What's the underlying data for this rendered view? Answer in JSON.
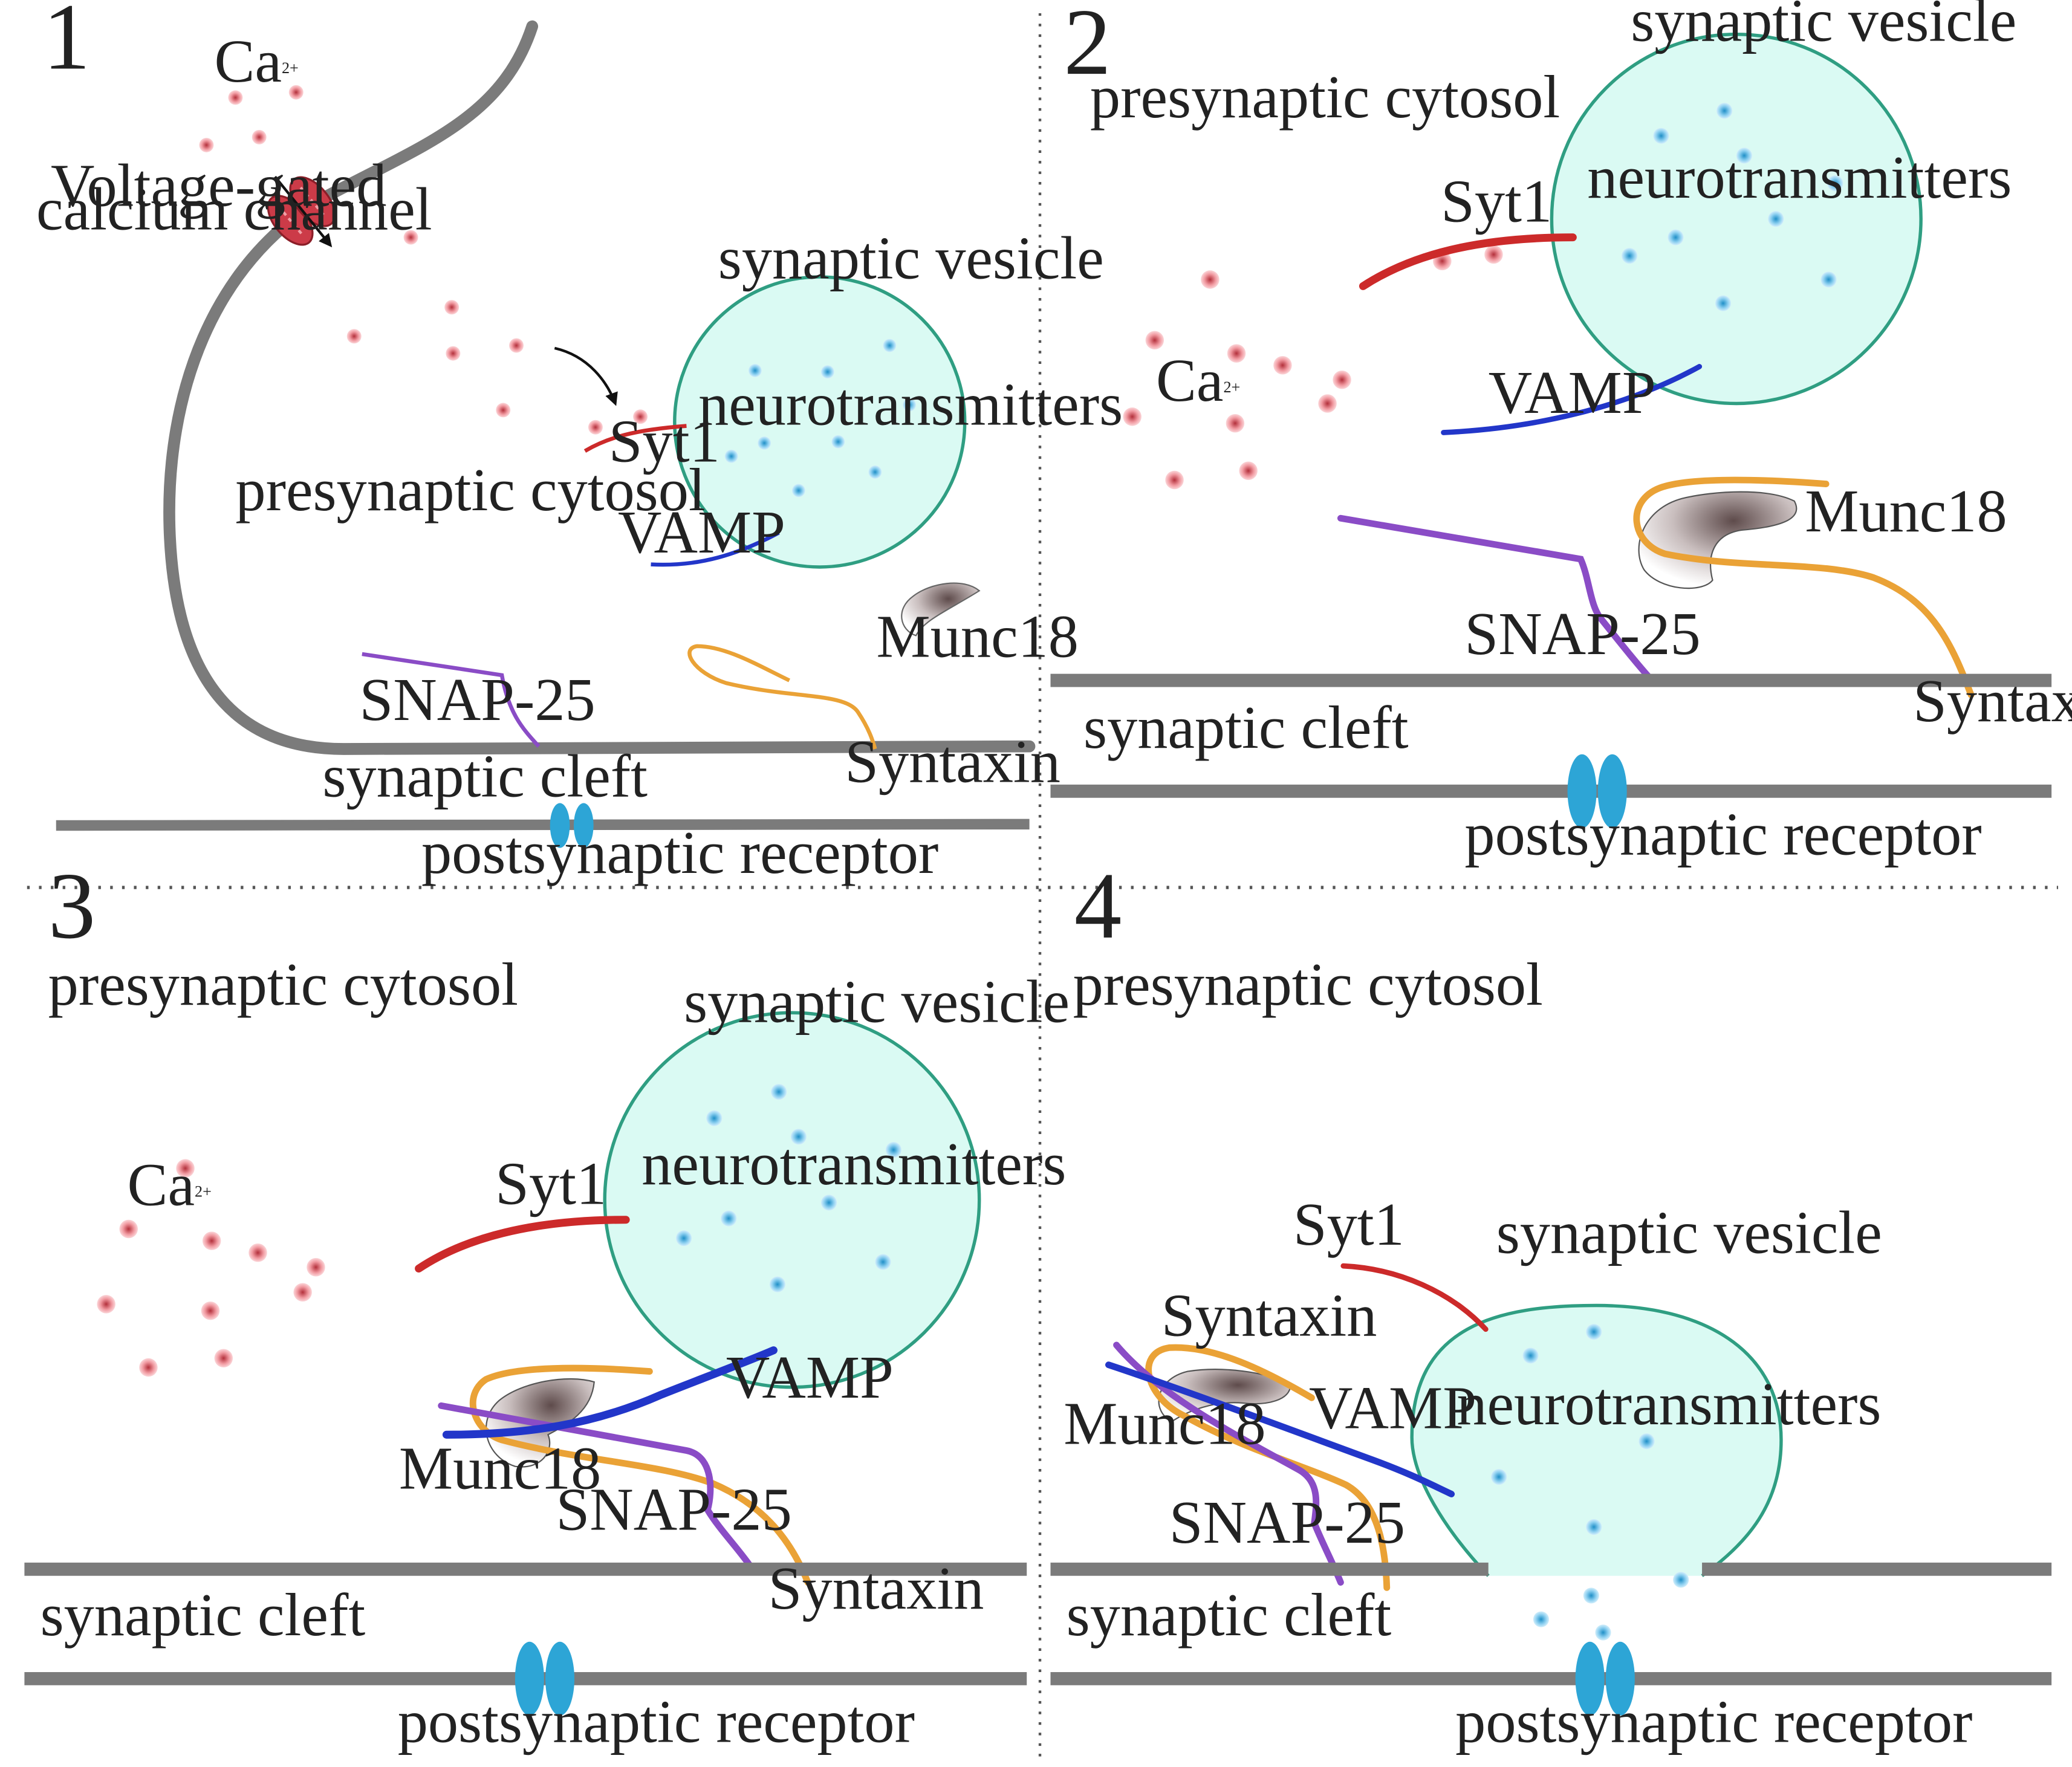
{
  "colors": {
    "membrane": "#7b7b7b",
    "vesicle_fill": "#dafaf3",
    "vesicle_stroke": "#2f9e82",
    "calcium": "#e36a74",
    "neurotransmitter": "#4ab2e0",
    "syt1": "#cc2a2a",
    "vamp": "#2236c9",
    "snap25": "#8a4cc6",
    "syntaxin": "#eaa236",
    "munc18": "#9a8a8a",
    "receptor": "#2da5d6",
    "channel": "#cc3b48"
  },
  "panels": [
    {
      "number": "1",
      "labels": {
        "calcium": "Ca2+",
        "channel_line1": "Voltage-gated",
        "channel_line2": "calcium channel",
        "vesicle": "synaptic vesicle",
        "neurotransmitters": "neurotransmitters",
        "syt1": "Syt1",
        "vamp": "VAMP",
        "cytosol": "presynaptic cytosol",
        "munc18": "Munc18",
        "snap25": "SNAP-25",
        "syntaxin": "Syntaxin",
        "cleft": "synaptic cleft",
        "receptor": "postsynaptic receptor"
      }
    },
    {
      "number": "2",
      "labels": {
        "vesicle": "synaptic vesicle",
        "cytosol": "presynaptic cytosol",
        "neurotransmitters": "neurotransmitters",
        "syt1": "Syt1",
        "calcium": "Ca2+",
        "vamp": "VAMP",
        "munc18": "Munc18",
        "snap25": "SNAP-25",
        "syntaxin": "Syntaxin",
        "cleft": "synaptic cleft",
        "receptor": "postsynaptic receptor"
      }
    },
    {
      "number": "3",
      "labels": {
        "cytosol": "presynaptic cytosol",
        "vesicle": "synaptic vesicle",
        "neurotransmitters": "neurotransmitters",
        "calcium": "Ca2+",
        "syt1": "Syt1",
        "vamp": "VAMP",
        "munc18": "Munc18",
        "snap25": "SNAP-25",
        "syntaxin": "Syntaxin",
        "cleft": "synaptic cleft",
        "receptor": "postsynaptic receptor"
      }
    },
    {
      "number": "4",
      "labels": {
        "cytosol": "presynaptic cytosol",
        "syt1": "Syt1",
        "vesicle": "synaptic vesicle",
        "syntaxin": "Syntaxin",
        "munc18": "Munc18",
        "vamp": "VAMP",
        "neurotransmitters": "neurotransmitters",
        "snap25": "SNAP-25",
        "cleft": "synaptic cleft",
        "receptor": "postsynaptic receptor"
      }
    }
  ]
}
